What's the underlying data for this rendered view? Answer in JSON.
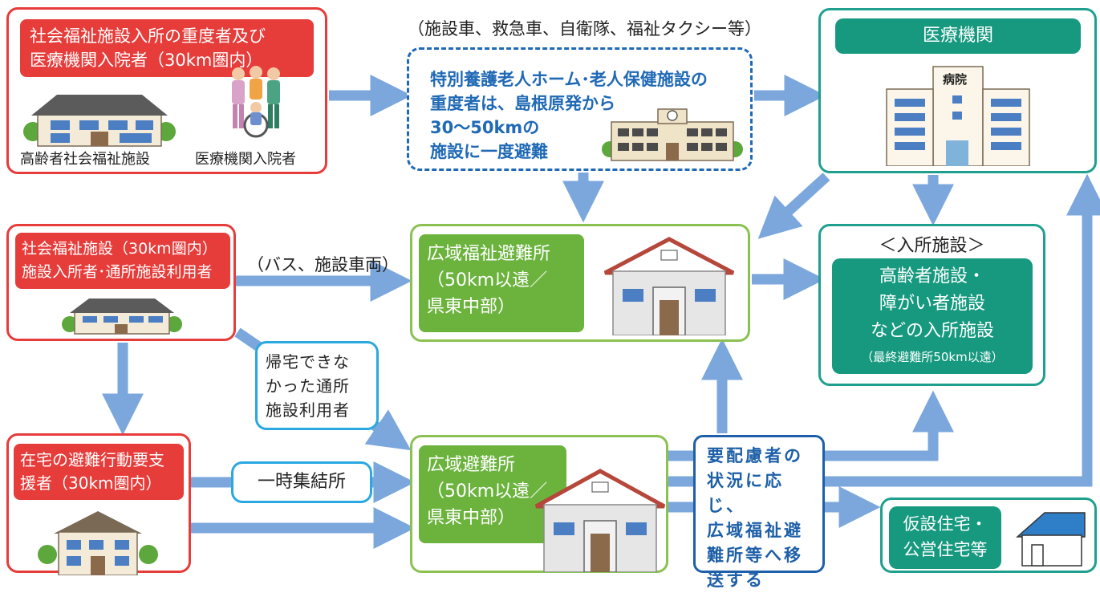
{
  "top_note": "（施設車、救急車、自衛隊、福祉タクシー等）",
  "welfare_hospital_box": {
    "title": "社会福祉施設入所の重度者及び\n医療機関入院者（30km圏内）",
    "caption_facility": "高齢者社会福祉施設",
    "caption_patient": "医療機関入院者"
  },
  "nursing_box": {
    "text": "特別養護老人ホーム･老人保健施設の\n重度者は、島根原発から\n30〜50kmの\n施設に一度避難"
  },
  "medical_box": {
    "title": "医療機関",
    "building_label": "病院"
  },
  "welfare_facility_box": {
    "title": "社会福祉施設（30km圏内）\n施設入所者･通所施設利用者"
  },
  "bus_note": "（バス、施設車両）",
  "wide_welfare_shelter": {
    "label": "広域福祉避難所\n（50km以遠／\n県東中部）"
  },
  "admission_box": {
    "title": "＜入所施設＞",
    "body": "高齢者施設・\n障がい者施設\nなどの入所施設",
    "note": "（最終避難所50km以遠）"
  },
  "daycare_note": {
    "text": "帰宅できな\nかった通所\n施設利用者"
  },
  "home_box": {
    "title": "在宅の避難行動要支\n援者（30km圏内）"
  },
  "assembly_point": "一時集結所",
  "wide_shelter": {
    "label": "広域避難所\n（50km以遠／\n県東中部）"
  },
  "care_note": {
    "text": "要配慮者の\n状況に応じ、\n広域福祉避\n難所等へ移\n送する"
  },
  "housing_box": {
    "label": "仮設住宅・\n公営住宅等"
  },
  "colors": {
    "red": "#e63c3a",
    "green": "#6cb33e",
    "teal": "#16997f",
    "arrow": "#7ba7dc",
    "blue_text": "#1f69b5"
  }
}
